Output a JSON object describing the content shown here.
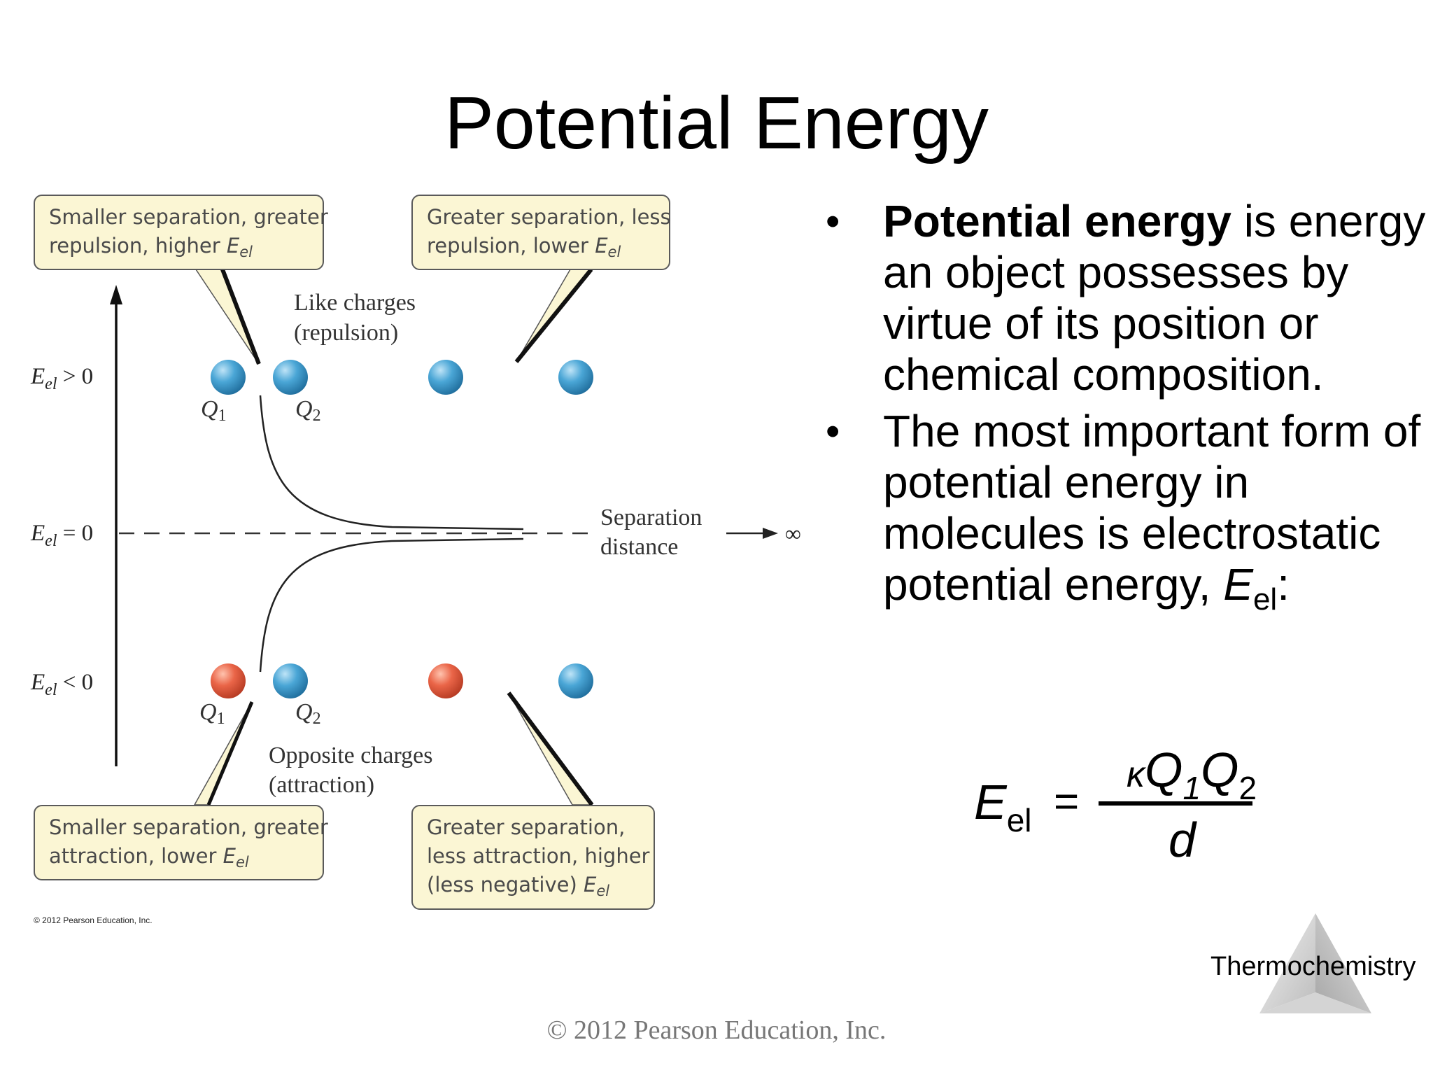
{
  "title": "Potential Energy",
  "diagram": {
    "axis_labels": [
      {
        "symbol": "E",
        "sub": "el",
        "rest": " > 0"
      },
      {
        "symbol": "E",
        "sub": "el",
        "rest": " = 0"
      },
      {
        "symbol": "E",
        "sub": "el",
        "rest": " < 0"
      }
    ],
    "top_group": {
      "line1": "Like charges",
      "line2": "(repulsion)"
    },
    "bottom_group": {
      "line1": "Opposite charges",
      "line2": "(attraction)"
    },
    "charge_labels": {
      "q1_letter": "Q",
      "q1_sub": "1",
      "q2_letter": "Q",
      "q2_sub": "2"
    },
    "separation": {
      "line1": "Separation",
      "line2": "distance",
      "infinity": "∞"
    },
    "callouts": {
      "top_left": {
        "line1": "Smaller separation, greater",
        "line2_pre": "repulsion, higher ",
        "symbol": "E",
        "sub": "el"
      },
      "top_right": {
        "line1": "Greater separation, less",
        "line2_pre": "repulsion, lower ",
        "symbol": "E",
        "sub": "el"
      },
      "bottom_left": {
        "line1": "Smaller separation, greater",
        "line2_pre": "attraction, lower ",
        "symbol": "E",
        "sub": "el"
      },
      "bottom_right": {
        "line1": "Greater separation,",
        "line2": "less attraction, higher",
        "line3_pre": "(less negative) ",
        "symbol": "E",
        "sub": "el"
      }
    },
    "colors": {
      "positive_charge": "#4aa6d6",
      "negative_charge": "#ea6548",
      "callout_fill": "#fbf6d4"
    },
    "credit": "© 2012 Pearson Education, Inc."
  },
  "bullets": [
    {
      "bold": "Potential energy",
      "text": " is energy an object possesses by virtue of its position or chemical composition."
    },
    {
      "text": "The most important form of potential energy in molecules is electrostatic potential energy, ",
      "symbol": "E",
      "sub": "el",
      "tail": ":"
    }
  ],
  "formula": {
    "lhs": "E",
    "lhs_sub": "el",
    "equals": "=",
    "kappa": "κ",
    "q1": "Q",
    "q1_sub": "1",
    "q2": "Q",
    "q2_sub": "2",
    "denominator": "d"
  },
  "section_label": "Thermochemistry",
  "copyright": "© 2012 Pearson Education, Inc."
}
